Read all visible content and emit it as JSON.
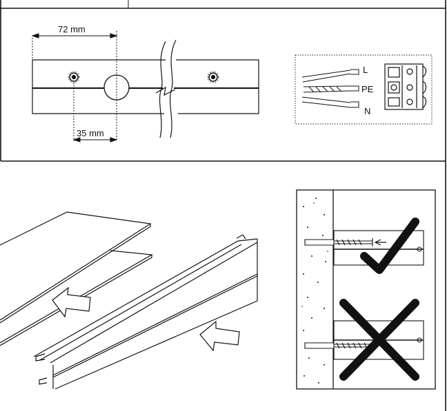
{
  "top_panel": {
    "dimension_top": "72 mm",
    "dimension_bottom": "35 mm"
  },
  "wiring": {
    "terminal_l": "L",
    "terminal_pe": "PE",
    "terminal_n": "N"
  },
  "colors": {
    "line": "#111111",
    "background": "#ffffff"
  },
  "icons": [
    "check-mark-icon",
    "cross-mark-icon",
    "arrow-left-icon"
  ]
}
